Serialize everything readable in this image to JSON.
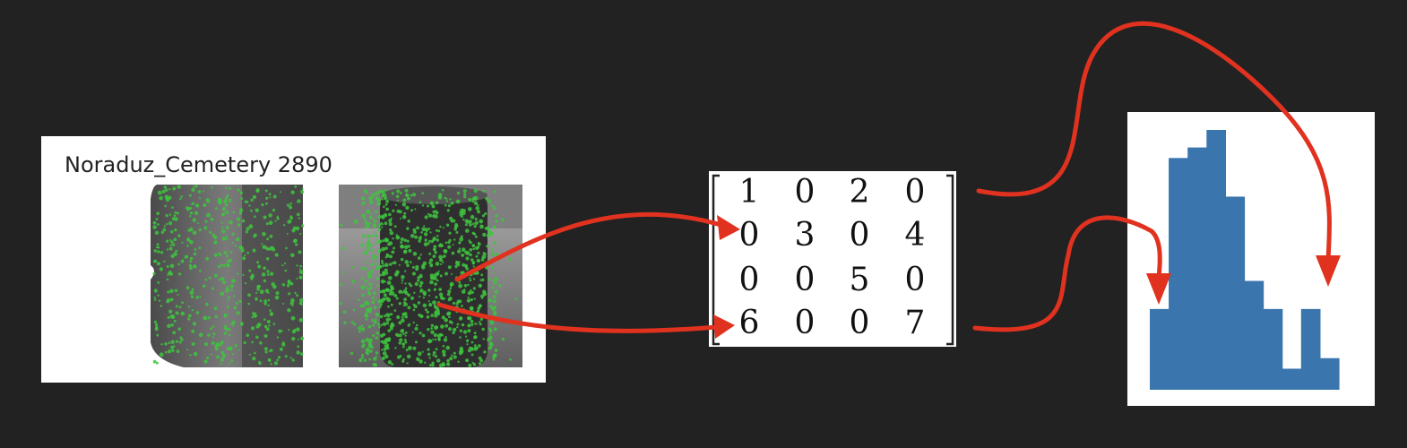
{
  "image_panel": {
    "caption": "Noraduz_Cemetery 2890"
  },
  "matrix": {
    "rows": [
      [
        "1",
        "0",
        "2",
        "0"
      ],
      [
        "0",
        "3",
        "0",
        "4"
      ],
      [
        "0",
        "0",
        "5",
        "0"
      ],
      [
        "6",
        "0",
        "0",
        "7"
      ]
    ]
  },
  "histogram": {
    "values": [
      0.23,
      0.66,
      0.69,
      0.74,
      0.55,
      0.31,
      0.23,
      0.06,
      0.23,
      0.09
    ],
    "bar_color": "#3a75ad"
  },
  "colors": {
    "background": "#222222",
    "arrow": "#e0321f",
    "keypoint": "#3ec43e"
  }
}
